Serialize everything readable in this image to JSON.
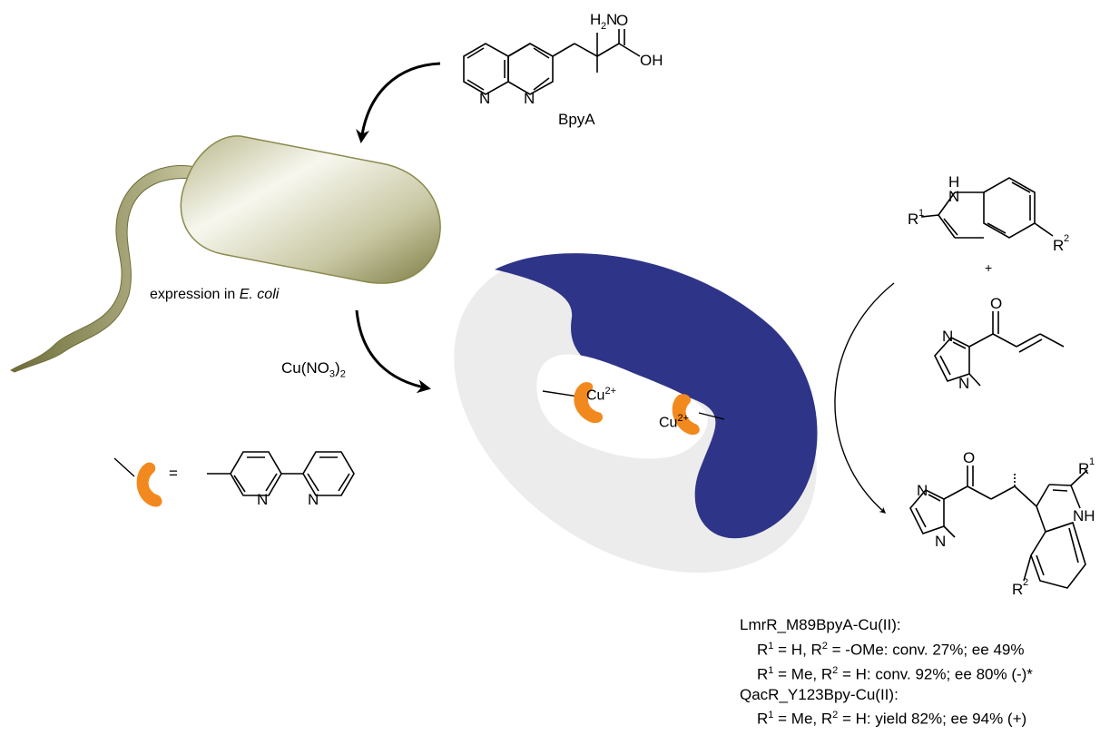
{
  "substrate_label": "BpyA",
  "expression_label": "expression in",
  "expression_organism": "E. coli",
  "reagent": {
    "text": "Cu(NO",
    "sub": "3",
    "close": ")",
    "sub2": "2"
  },
  "copper_label": {
    "text": "Cu",
    "sup": "2+"
  },
  "legend_equals": "=",
  "plus_sign": "+",
  "atoms": {
    "N": "N",
    "NH": "NH",
    "H": "H",
    "O": "O",
    "OH": "OH",
    "H2N": "H",
    "H2N_sub": "2",
    "H2N_N": "N",
    "R": "R",
    "R1_sup": "1",
    "R2_sup": "2"
  },
  "results": [
    {
      "type": "header",
      "text": "LmrR_M89BpyA-Cu(II):"
    },
    {
      "type": "entry",
      "r1": "H",
      "r2": "-OMe",
      "rest": ": conv. 27%; ee 49%"
    },
    {
      "type": "entry",
      "r1": "Me",
      "r2": "H",
      "rest": ": conv. 92%; ee 80% (-)*"
    },
    {
      "type": "header",
      "text": "QacR_Y123Bpy-Cu(II):"
    },
    {
      "type": "entry",
      "r1": "Me",
      "r2": "H",
      "rest": ": yield 82%; ee 94% (+)"
    }
  ],
  "colors": {
    "protein_dark": "#2e3487",
    "protein_light": "#ececec",
    "bacterium": "#8b8a4e",
    "copper_ligand": "#f2891e"
  }
}
